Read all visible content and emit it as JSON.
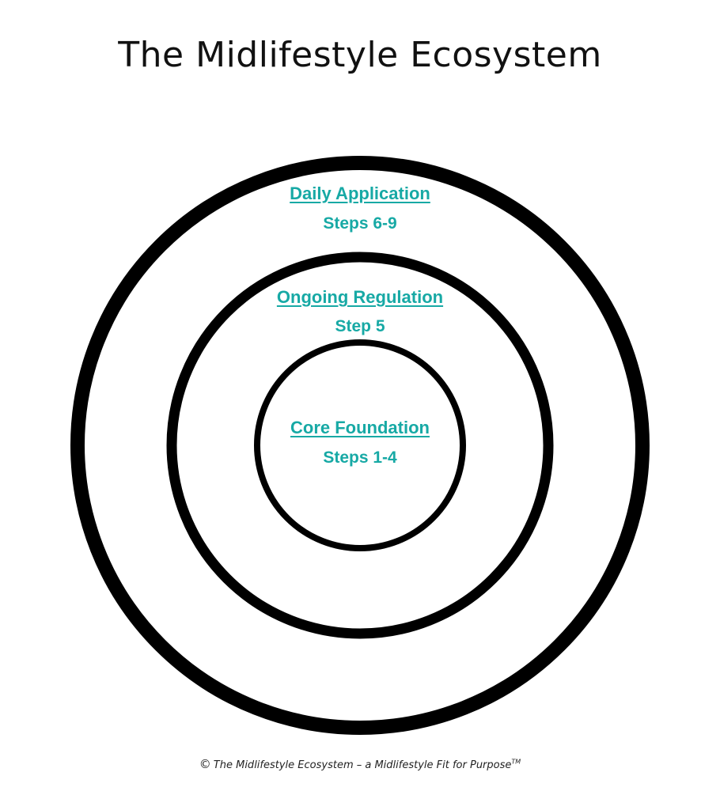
{
  "title": "The Midlifestyle Ecosystem",
  "rings": {
    "outer": {
      "name": "Daily Application",
      "steps": "Steps 6-9"
    },
    "middle": {
      "name": "Ongoing Regulation",
      "steps": "Step 5"
    },
    "inner": {
      "name": "Core Foundation",
      "steps": "Steps 1-4"
    }
  },
  "colors": {
    "label": "#17a9a5",
    "ring_stroke": "#000000",
    "title": "#111111"
  },
  "footer": {
    "copyright_symbol": "©",
    "credit": "The Midlifestyle Ecosystem – a Midlifestyle Fit for Purpose",
    "trademark": "TM"
  }
}
